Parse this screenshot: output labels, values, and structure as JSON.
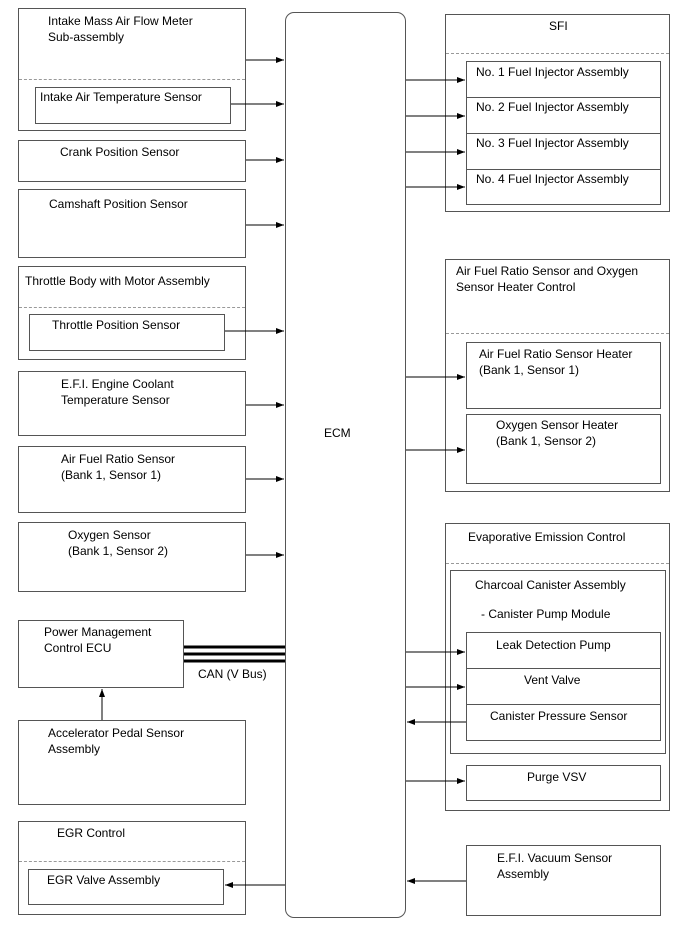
{
  "ecm": "ECM",
  "can": "CAN (V Bus)",
  "left": {
    "maf_title": "Intake Mass Air Flow Meter\nSub-assembly",
    "iat": "Intake Air Temperature Sensor",
    "crank": "Crank Position Sensor",
    "cam": "Camshaft Position Sensor",
    "throttle_title": "Throttle Body with Motor Assembly",
    "tps": "Throttle Position Sensor",
    "ect": "E.F.I. Engine Coolant\nTemperature Sensor",
    "afs": "Air Fuel Ratio Sensor\n(Bank 1, Sensor 1)",
    "o2": "Oxygen Sensor\n(Bank 1, Sensor 2)",
    "pm_ecu": "Power Management\nControl ECU",
    "accel": "Accelerator Pedal Sensor\nAssembly",
    "egr_title": "EGR Control",
    "egr_valve": "EGR Valve Assembly"
  },
  "right": {
    "sfi_title": "SFI",
    "inj1": "No. 1 Fuel Injector Assembly",
    "inj2": "No. 2 Fuel Injector Assembly",
    "inj3": "No. 3 Fuel Injector Assembly",
    "inj4": "No. 4 Fuel Injector Assembly",
    "afr_title": "Air Fuel Ratio Sensor and Oxygen\nSensor Heater Control",
    "afr_heater": "Air Fuel Ratio Sensor Heater\n(Bank 1, Sensor 1)",
    "o2_heater": "Oxygen Sensor Heater\n(Bank 1, Sensor 2)",
    "evap_title": "Evaporative Emission Control",
    "canister": "Charcoal Canister Assembly",
    "pump_module": "- Canister Pump Module",
    "leak_pump": "Leak Detection Pump",
    "vent_valve": "Vent Valve",
    "canister_pressure": "Canister Pressure Sensor",
    "purge_vsv": "Purge VSV",
    "vacuum": "E.F.I. Vacuum Sensor\nAssembly"
  }
}
